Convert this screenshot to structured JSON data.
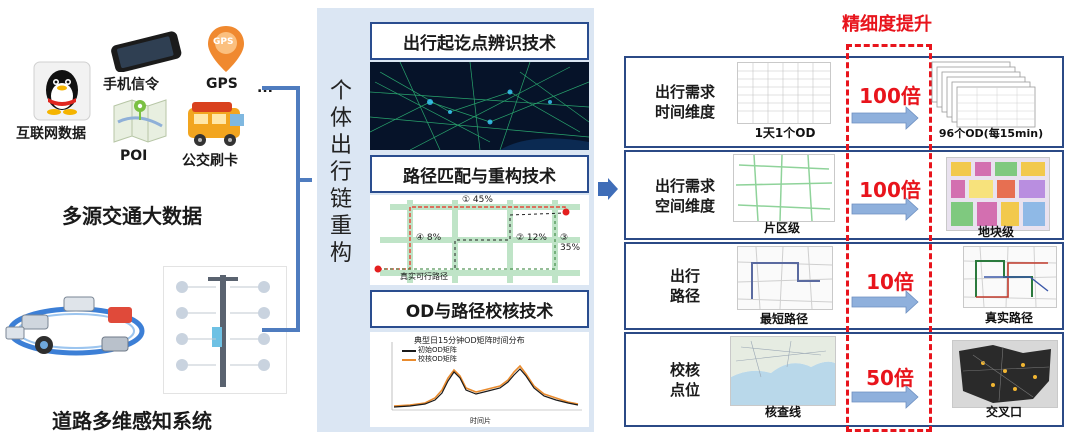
{
  "left": {
    "sources": {
      "internet_label": "互联网数据",
      "phone_label": "手机信令",
      "gps_label": "GPS",
      "ellipsis": "...",
      "poi_label": "POI",
      "bus_label": "公交刷卡",
      "gps_pin_text": "GPS"
    },
    "multi_source_title": "多源交通大数据",
    "road_sensing_title": "道路多维感知系统"
  },
  "middle": {
    "vertical_title": [
      "个",
      "体",
      "出",
      "行",
      "链",
      "重",
      "构"
    ],
    "tech1_title": "出行起讫点辨识技术",
    "tech2_title": "路径匹配与重构技术",
    "tech3_title": "OD与路径校核技术",
    "route_labels": {
      "p1": "① 45%",
      "p2": "② 12%",
      "p3": "③ 35%",
      "p4": "④ 8%",
      "real_route": "真实可行路径"
    },
    "chart": {
      "title": "典型日15分钟OD矩阵时间分布",
      "legend_initial": "初始OD矩阵",
      "legend_calibrated": "校核OD矩阵",
      "xlabel": "时间片",
      "initial_color": "#1a1a1a",
      "calibrated_color": "#e98b2e"
    }
  },
  "right": {
    "header": "精细度提升",
    "rows": [
      {
        "label_line1": "出行需求",
        "label_line2": "时间维度",
        "multiplier": "100倍",
        "before_caption": "1天1个OD",
        "after_caption": "96个OD(每15min)"
      },
      {
        "label_line1": "出行需求",
        "label_line2": "空间维度",
        "multiplier": "100倍",
        "before_caption": "片区级",
        "after_caption": "地块级"
      },
      {
        "label_line1": "出行",
        "label_line2": "路径",
        "multiplier": "10倍",
        "before_caption": "最短路径",
        "after_caption": "真实路径"
      },
      {
        "label_line1": "校核",
        "label_line2": "点位",
        "multiplier": "50倍",
        "before_caption": "核查线",
        "after_caption": "交叉口"
      }
    ],
    "accent_color": "#e8141c",
    "frame_color": "#2b4a86"
  }
}
